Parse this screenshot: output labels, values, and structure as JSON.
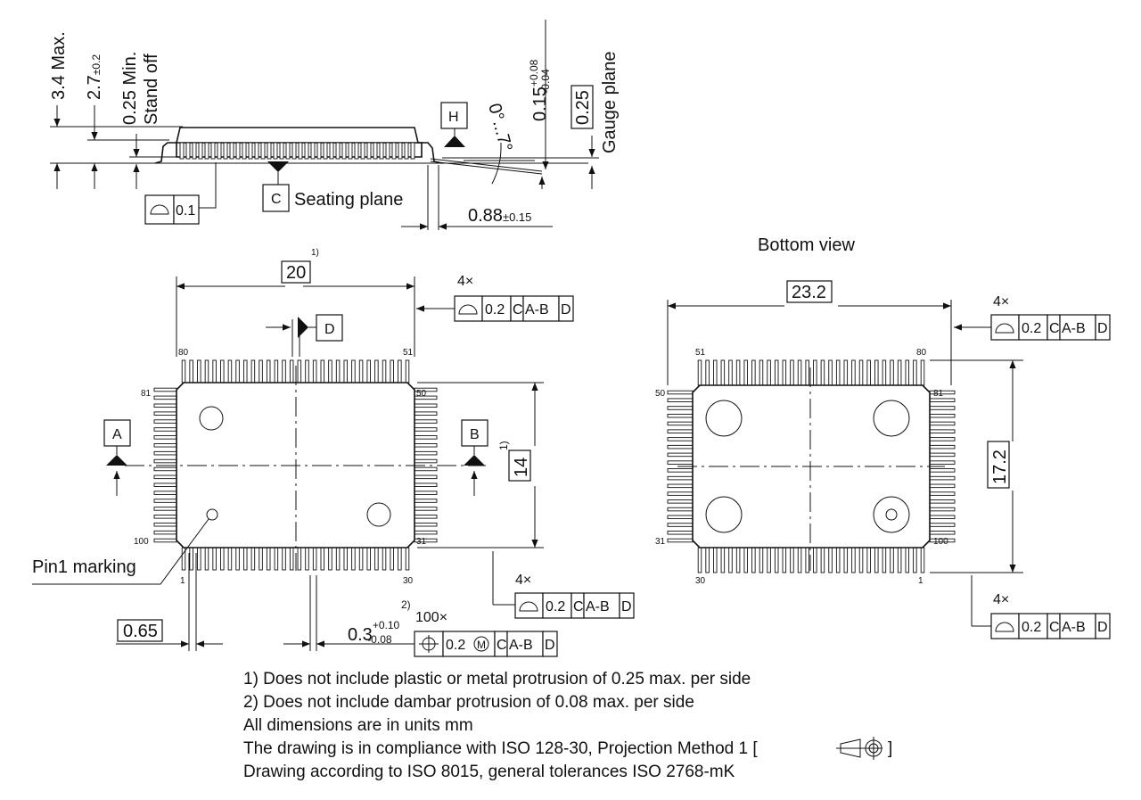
{
  "side_view": {
    "dim_height_max": "3.4 Max.",
    "dim_body": "2.7",
    "dim_body_tol": "±0.2",
    "dim_standoff": "0.25 Min.",
    "dim_standoff_note": "Stand off",
    "angle": "0°...7°",
    "lead_thk": "0.15",
    "lead_thk_plus": "+0.08",
    "lead_thk_minus": "-0.04",
    "gauge_value": "0.25",
    "gauge_label": "Gauge plane",
    "datum_h": "H",
    "datum_c": "C",
    "seating_label": "Seating plane",
    "flatness": "0.1",
    "foot_len": "0.88",
    "foot_len_tol": "±0.15"
  },
  "top_view": {
    "width": "20",
    "width_note": "1)",
    "height": "14",
    "height_note": "1)",
    "datum_a": "A",
    "datum_b": "B",
    "datum_d": "D",
    "pin_80": "80",
    "pin_51": "51",
    "pin_81": "81",
    "pin_50": "50",
    "pin_100": "100",
    "pin_31": "31",
    "pin_1": "1",
    "pin_30": "30",
    "pin1_label": "Pin1 marking",
    "pitch": "0.65",
    "lead_w": "0.3",
    "lead_w_plus": "+0.10",
    "lead_w_minus": "-0.08",
    "lead_w_note": "2)",
    "lead_count": "100×",
    "fcf_top": {
      "mult": "4×",
      "value": "0.2",
      "ref1": "C",
      "ref2": "A-B",
      "ref3": "D"
    },
    "fcf_right": {
      "mult": "4×",
      "value": "0.2",
      "ref1": "C",
      "ref2": "A-B",
      "ref3": "D"
    },
    "fcf_pos": {
      "value": "0.2",
      "modifier": "M",
      "ref1": "C",
      "ref2": "A-B",
      "ref3": "D"
    }
  },
  "bottom_view": {
    "title": "Bottom view",
    "width": "23.2",
    "height": "17.2",
    "pin_51": "51",
    "pin_80": "80",
    "pin_50": "50",
    "pin_81": "81",
    "pin_31": "31",
    "pin_100": "100",
    "pin_30": "30",
    "pin_1": "1",
    "fcf_top": {
      "mult": "4×",
      "value": "0.2",
      "ref1": "C",
      "ref2": "A-B",
      "ref3": "D"
    },
    "fcf_bottom": {
      "mult": "4×",
      "value": "0.2",
      "ref1": "C",
      "ref2": "A-B",
      "ref3": "D"
    }
  },
  "notes": [
    "1) Does not include plastic or metal protrusion of 0.25 max. per side",
    "2) Does not include dambar protrusion of 0.08 max. per side",
    "All dimensions are in units mm",
    "The drawing is in compliance with ISO 128-30, Projection Method 1 [",
    "Drawing according to ISO 8015, general tolerances ISO 2768-mK"
  ],
  "notes_close": "]"
}
